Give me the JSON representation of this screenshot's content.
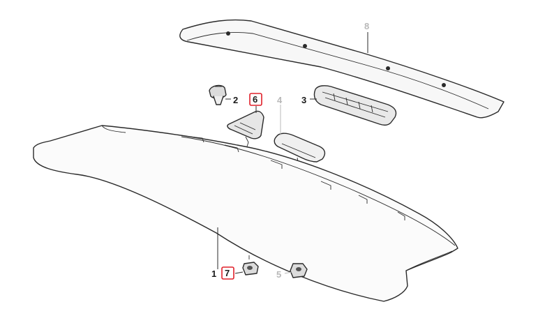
{
  "callouts": {
    "c1": "1",
    "c2": "2",
    "c3": "3",
    "c4": "4",
    "c5": "5",
    "c6": "6",
    "c7": "7",
    "c8": "8"
  },
  "highlighted": [
    "6",
    "7"
  ],
  "colors": {
    "line": "#2a2a2a",
    "highlight": "#e0202a",
    "faded_label": "#b8b8b8"
  }
}
